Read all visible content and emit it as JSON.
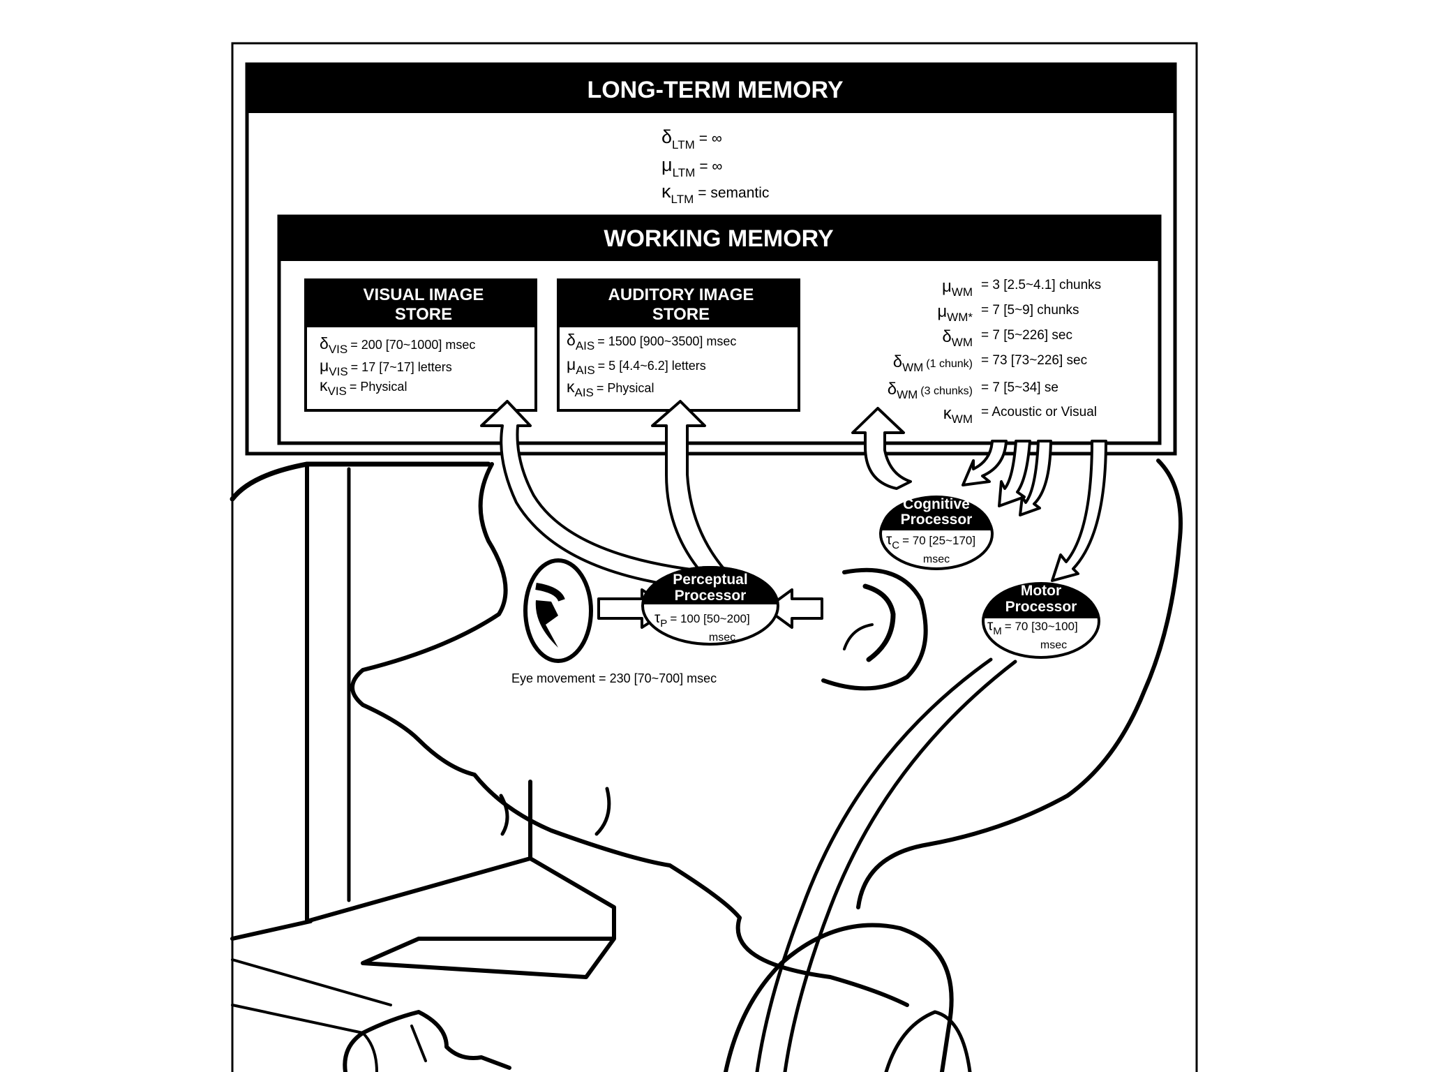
{
  "ltm": {
    "title": "LONG-TERM MEMORY",
    "delta": {
      "sym": "δ",
      "sub": "LTM",
      "val": "= ∞"
    },
    "mu": {
      "sym": "μ",
      "sub": "LTM",
      "val": "= ∞"
    },
    "kappa": {
      "sym": "κ",
      "sub": "LTM",
      "val": "= semantic"
    }
  },
  "wm": {
    "title": "WORKING MEMORY",
    "params": [
      {
        "sym": "μ",
        "sub": "WM",
        "extra": "",
        "val": "= 3 [2.5~4.1] chunks"
      },
      {
        "sym": "μ",
        "sub": "WM*",
        "extra": "",
        "val": "= 7 [5~9] chunks"
      },
      {
        "sym": "δ",
        "sub": "WM",
        "extra": "",
        "val": "= 7 [5~226] sec"
      },
      {
        "sym": "δ",
        "sub": "WM",
        "extra": "(1 chunk)",
        "val": "= 73 [73~226] sec"
      },
      {
        "sym": "δ",
        "sub": "WM",
        "extra": "(3 chunks)",
        "val": "= 7 [5~34] se"
      },
      {
        "sym": "κ",
        "sub": "WM",
        "extra": "",
        "val": "= Acoustic or Visual"
      }
    ]
  },
  "vis": {
    "title1": "VISUAL IMAGE",
    "title2": "STORE",
    "rows": [
      {
        "sym": "δ",
        "sub": "VIS",
        "val": "= 200 [70~1000] msec"
      },
      {
        "sym": "μ",
        "sub": "VIS",
        "val": "= 17 [7~17] letters"
      },
      {
        "sym": "κ",
        "sub": "VIS",
        "val": "= Physical"
      }
    ]
  },
  "ais": {
    "title1": "AUDITORY IMAGE",
    "title2": "STORE",
    "rows": [
      {
        "sym": "δ",
        "sub": "AIS",
        "val": "= 1500 [900~3500] msec"
      },
      {
        "sym": "μ",
        "sub": "AIS",
        "val": "= 5 [4.4~6.2] letters"
      },
      {
        "sym": "κ",
        "sub": "AIS",
        "val": "= Physical"
      }
    ]
  },
  "cognitive": {
    "line1": "Cognitive",
    "line2": "Processor",
    "sym": "τ",
    "sub": "C",
    "val": "= 70 [25~170]",
    "unit": "msec"
  },
  "perceptual": {
    "line1": "Perceptual",
    "line2": "Processor",
    "sym": "τ",
    "sub": "P",
    "val": "= 100 [50~200]",
    "unit": "msec"
  },
  "motor": {
    "line1": "Motor",
    "line2": "Processor",
    "sym": "τ",
    "sub": "M",
    "val": "= 70 [30~100]",
    "unit": "msec"
  },
  "eye_movement": "Eye movement = 230 [70~700] msec",
  "colors": {
    "ink": "#000000",
    "paper": "#ffffff"
  }
}
